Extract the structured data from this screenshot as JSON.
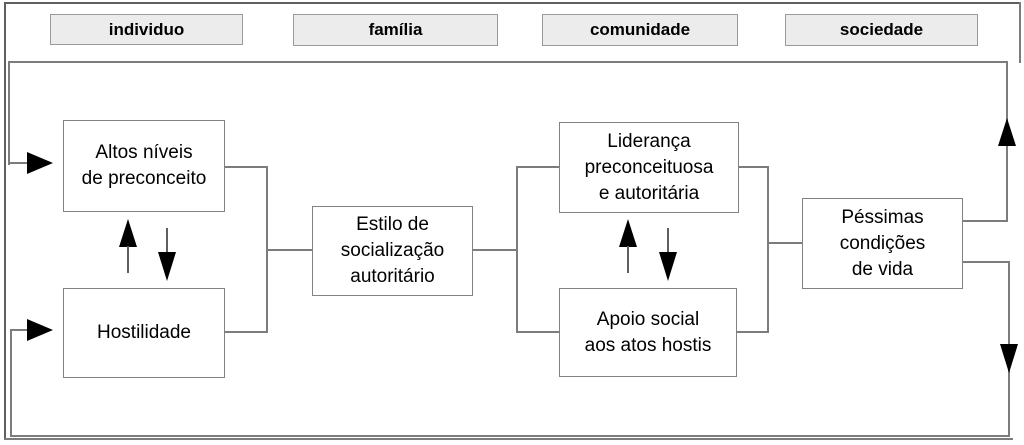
{
  "diagram": {
    "description_type": "flow-diagram",
    "columns": [
      {
        "id": "individuo",
        "label": "individuo"
      },
      {
        "id": "familia",
        "label": "família"
      },
      {
        "id": "comunidade",
        "label": "comunidade"
      },
      {
        "id": "sociedade",
        "label": "sociedade"
      }
    ],
    "nodes": {
      "altos_niveis": {
        "label": "Altos níveis\nde preconceito",
        "column": "individuo"
      },
      "hostilidade": {
        "label": "Hostilidade",
        "column": "individuo"
      },
      "estilo": {
        "label": "Estilo de\nsocialização\nautoritário",
        "column": "familia"
      },
      "lideranca": {
        "label": "Liderança\npreconceituosa\ne autoritária",
        "column": "comunidade"
      },
      "apoio": {
        "label": "Apoio social\naos atos hostis",
        "column": "comunidade"
      },
      "pessimas": {
        "label": "Péssimas\ncondições\nde vida",
        "column": "sociedade"
      }
    },
    "edges": [
      {
        "from": "altos_niveis",
        "to": "hostilidade",
        "style": "arrow-down"
      },
      {
        "from": "hostilidade",
        "to": "altos_niveis",
        "style": "arrow-up"
      },
      {
        "from": "lideranca",
        "to": "apoio",
        "style": "arrow-down"
      },
      {
        "from": "apoio",
        "to": "lideranca",
        "style": "arrow-up"
      },
      {
        "from": "altos_niveis+hostilidade",
        "to": "estilo",
        "style": "line"
      },
      {
        "from": "estilo",
        "to": "lideranca+apoio",
        "style": "line"
      },
      {
        "from": "lideranca+apoio",
        "to": "pessimas",
        "style": "line"
      },
      {
        "from": "pessimas",
        "to": "altos_niveis",
        "style": "arrow",
        "route": "top-feedback-loop"
      },
      {
        "from": "pessimas",
        "to": "hostilidade",
        "style": "arrow",
        "route": "bottom-feedback-loop"
      }
    ],
    "colors": {
      "line": "#7c7c7c",
      "outer_border": "#5f5f5f",
      "box_border": "#828282",
      "header_fill": "#ececec",
      "header_border": "#9a9a9a",
      "arrow": "#000000",
      "text": "#000000",
      "background": "#ffffff"
    }
  }
}
